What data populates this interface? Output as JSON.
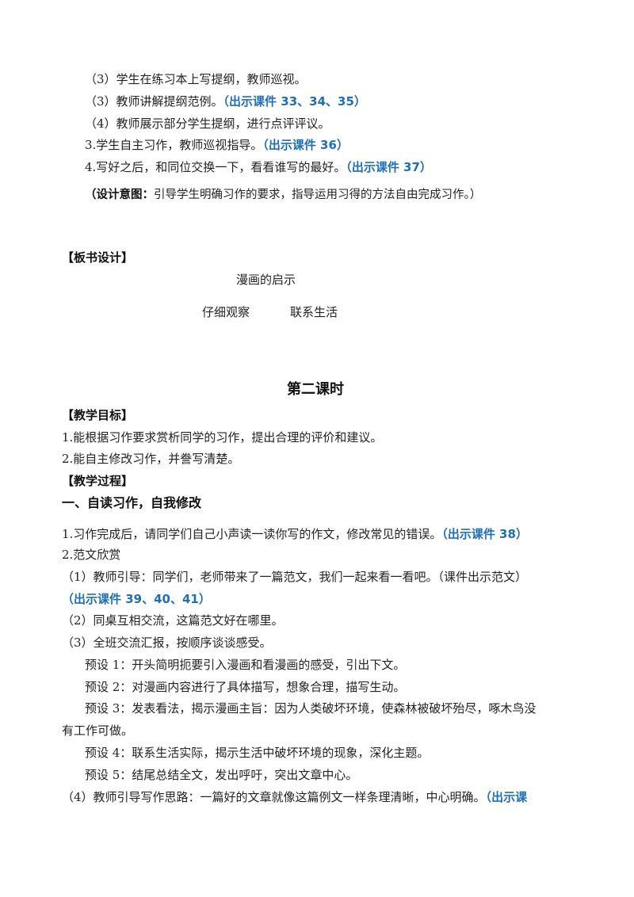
{
  "lines": {
    "l1": "（3）学生在练习本上写提纲，教师巡视。",
    "l2_text": "（3）教师讲解提纲范例。",
    "l2_hl": "（出示课件 33、34、35）",
    "l3": "（4）教师展示部分学生提纲，进行点评评议。",
    "l4_text": "3.学生自主习作，教师巡视指导。",
    "l4_hl": "（出示课件 36）",
    "l5_text": "4.写好之后，和同位交换一下，看看谁写的最好。",
    "l5_hl": "（出示课件 37）",
    "design_label": "（设计意图：",
    "design_text": "引导学生明确习作的要求，指导运用习得的方法自由完成习作。）"
  },
  "board": {
    "heading": "【板书设计】",
    "title": "漫画的启示",
    "left": "仔细观察",
    "right": "联系生活"
  },
  "lesson2": {
    "title": "第二课时",
    "goals_heading": "【教学目标】",
    "goal1": "1.能根据习作要求赏析同学的习作，提出合理的评价和建议。",
    "goal2": "2.能自主修改习作，并誊写清楚。",
    "process_heading": "【教学过程】",
    "section1": "一、自读习作，自我修改",
    "p1_text": "1.习作完成后，请同学们自己小声读一读你写的作文，修改常见的错误。",
    "p1_hl": "（出示课件 38）",
    "p2": "2.范文欣赏",
    "p3_text": "（1）教师引导：同学们，老师带来了一篇范文，我们一起来看一看吧。（课件出示范文）",
    "p3_hl": "（出示课件 39、40、41）",
    "p4": "（2）同桌互相交流，这篇范文好在哪里。",
    "p5": "（3）全班交流汇报，按顺序谈谈感受。",
    "y1": "预设 1：开头简明扼要引入漫画和看漫画的感受，引出下文。",
    "y2": "预设 2：对漫画内容进行了具体描写，想象合理，描写生动。",
    "y3a": "预设 3：发表看法，揭示漫画主旨：因为人类破坏环境，使森林被破坏殆尽，啄木鸟没",
    "y3b": "有工作可做。",
    "y4": "预设 4：联系生活实际，揭示生活中破坏环境的现象，深化主题。",
    "y5": "预设 5：结尾总结全文，发出呼吁，突出文章中心。",
    "p6_text": "（4）教师引导写作思路：一篇好的文章就像这篇例文一样条理清晰，中心明确。",
    "p6_hl": "（出示课"
  }
}
